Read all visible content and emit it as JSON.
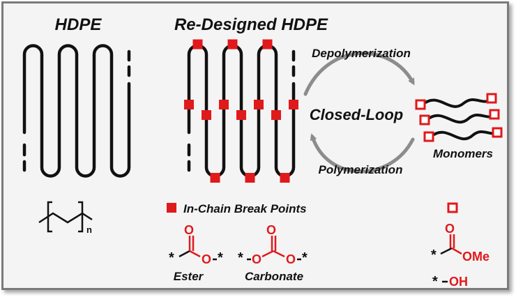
{
  "titles": {
    "hdpe": "HDPE",
    "redesigned": "Re-Designed HDPE"
  },
  "cycle": {
    "top": "Depolymerization",
    "center": "Closed-Loop",
    "bottom": "Polymerization",
    "product": "Monomers"
  },
  "legend": {
    "break_points": "In-Chain Break Points"
  },
  "chemistry": {
    "repeat_unit_subscript": "n",
    "star": "*",
    "oxygen": "O",
    "ome": "OMe",
    "oh": "OH",
    "ester_label": "Ester",
    "carbonate_label": "Carbonate"
  },
  "colors": {
    "chain": "#111111",
    "accent": "#e0191b",
    "arrow": "#8c8c8c",
    "frame": "#7a7a7a",
    "panel": "#f4f4f4"
  }
}
